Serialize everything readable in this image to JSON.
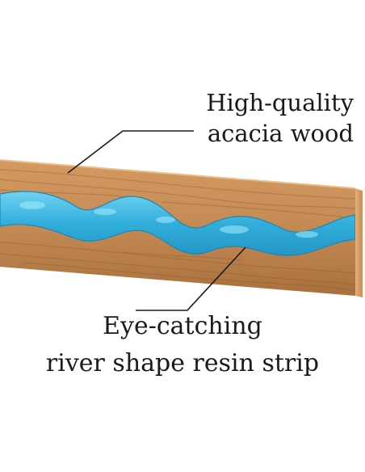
{
  "annotations": {
    "top": {
      "line1": "High-quality",
      "line2": "acacia wood"
    },
    "bottom": {
      "line1": "Eye-catching",
      "line2": "river shape resin strip"
    }
  },
  "colors": {
    "wood": "#c48a54",
    "wood_dark": "#8a5629",
    "wood_end": "#d9a46a",
    "resin": "#35b3de",
    "resin_light": "#8fe0f6",
    "leader_line": "#1a1a1a"
  }
}
